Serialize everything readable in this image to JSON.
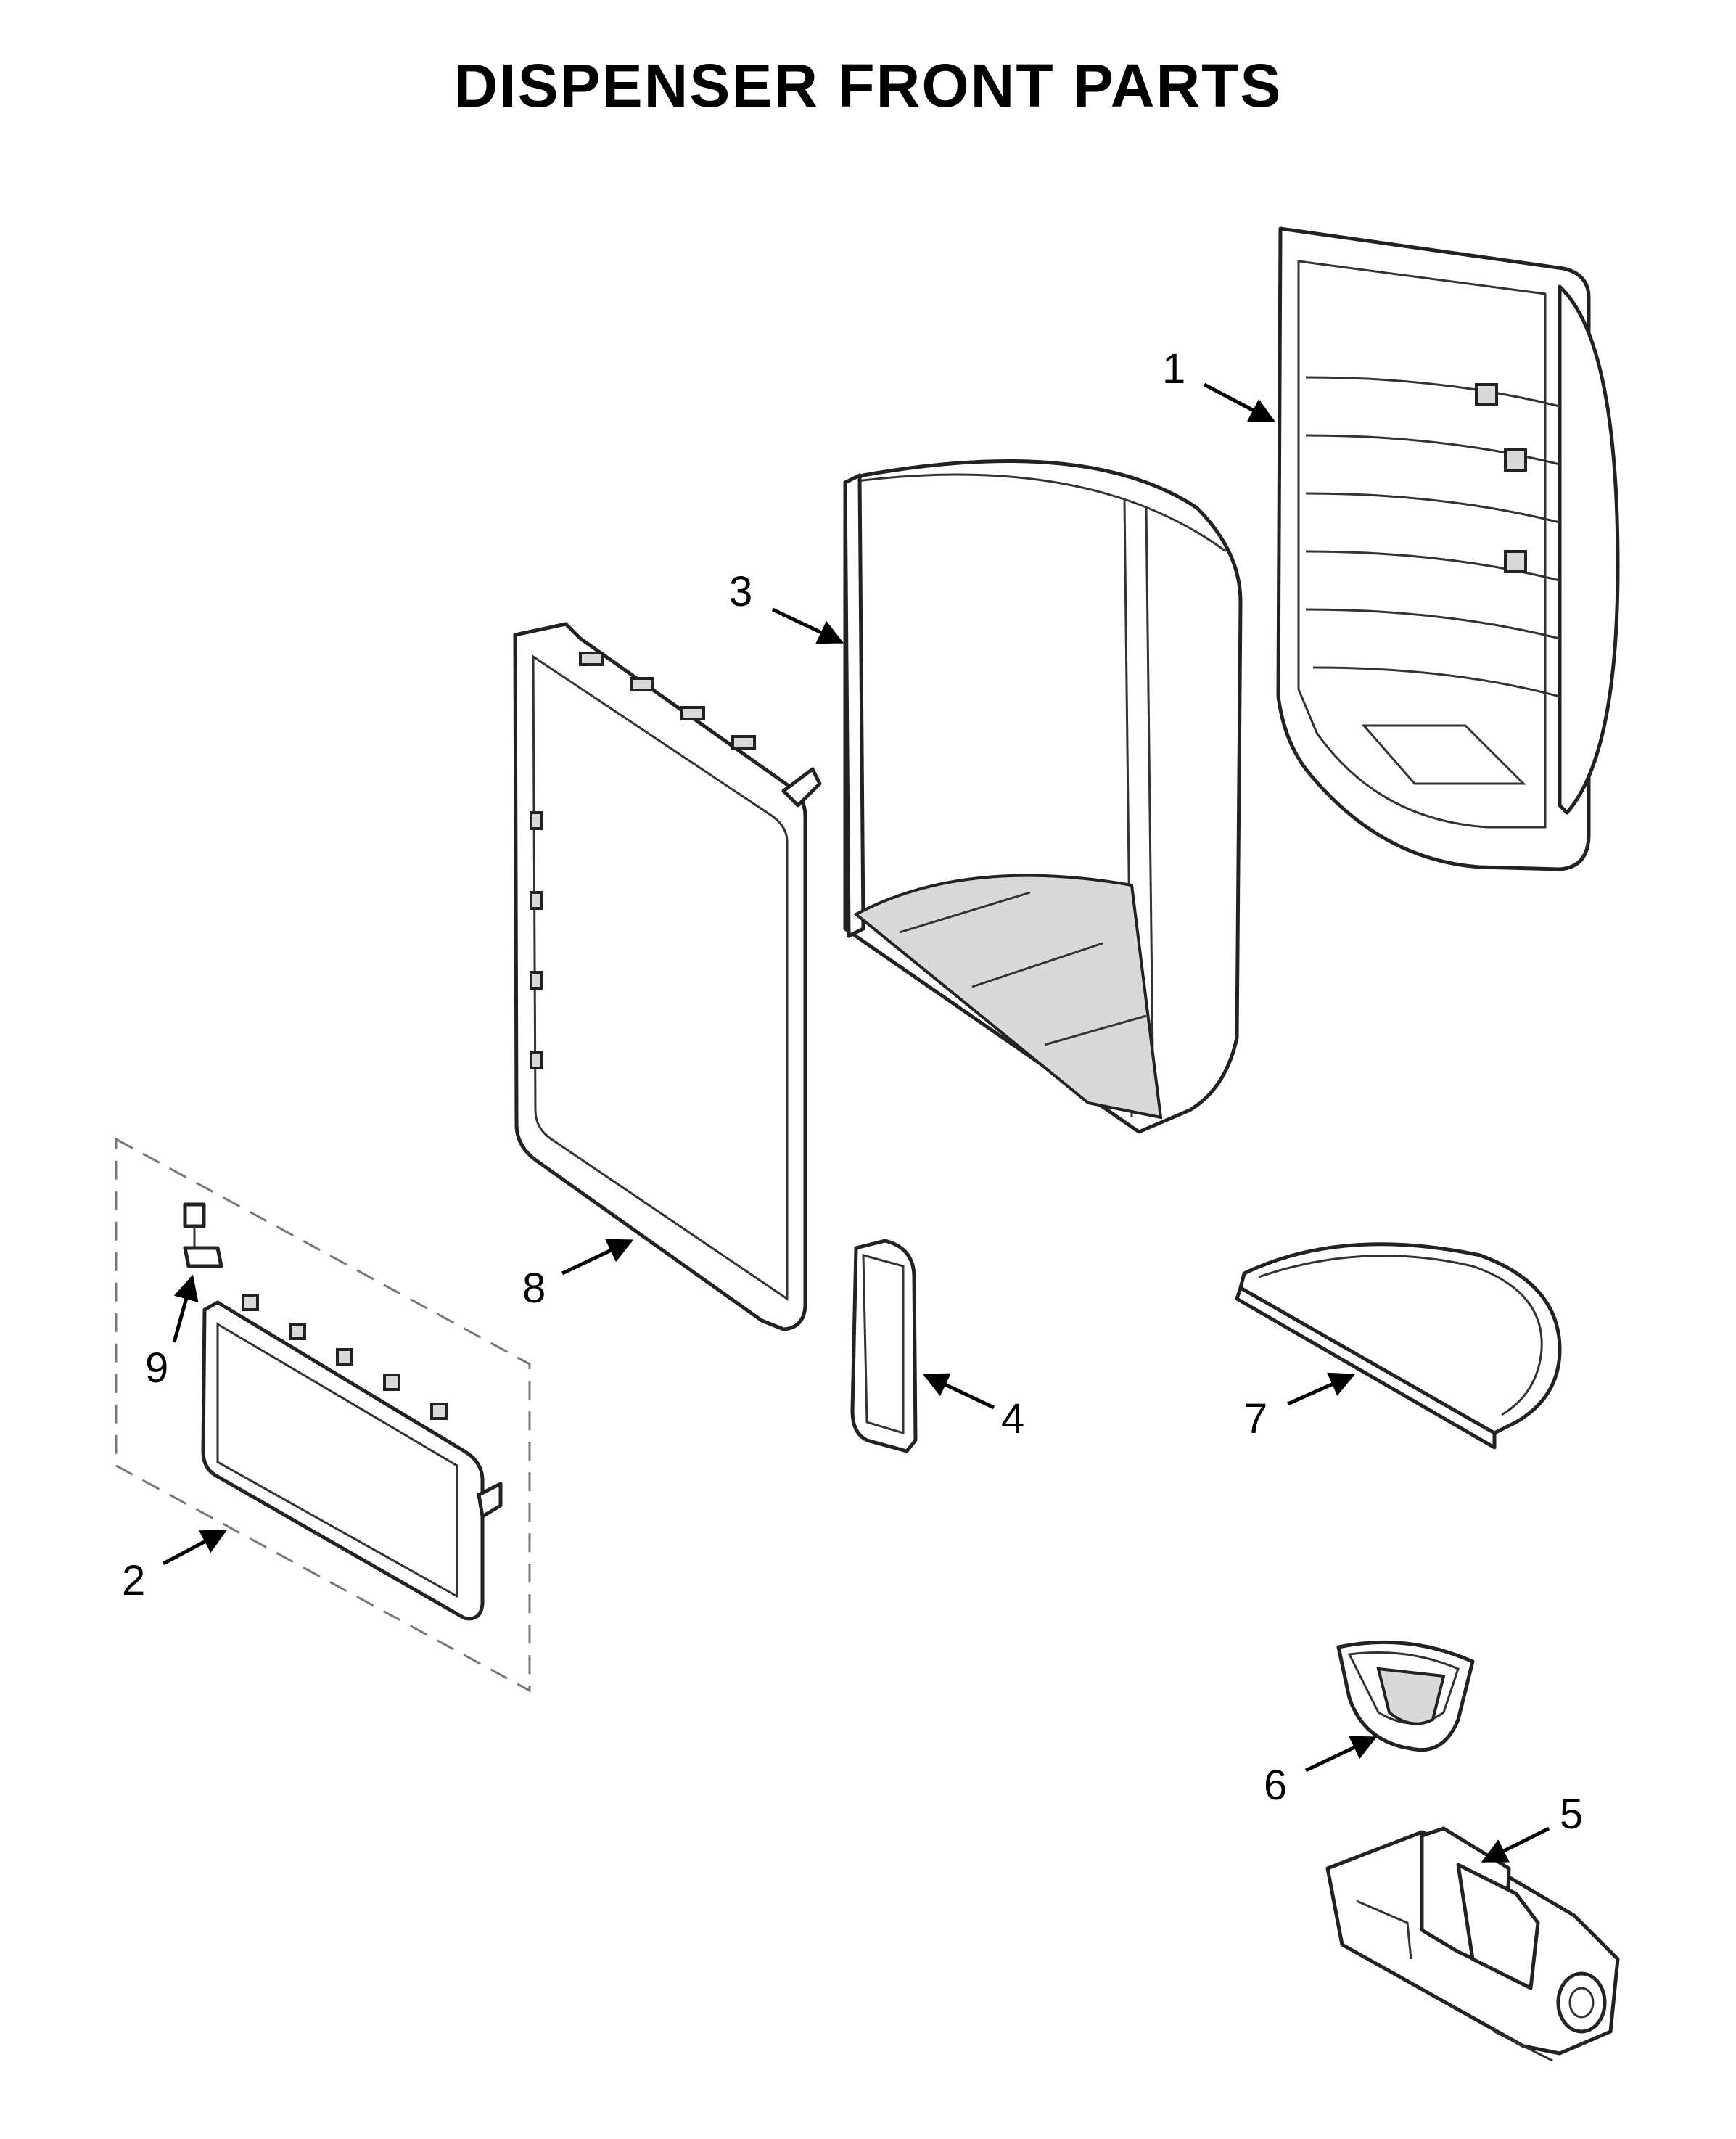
{
  "title": "DISPENSER FRONT PARTS",
  "callouts": [
    {
      "id": "1",
      "label": "1"
    },
    {
      "id": "2",
      "label": "2"
    },
    {
      "id": "3",
      "label": "3"
    },
    {
      "id": "4",
      "label": "4"
    },
    {
      "id": "5",
      "label": "5"
    },
    {
      "id": "6",
      "label": "6"
    },
    {
      "id": "7",
      "label": "7"
    },
    {
      "id": "8",
      "label": "8"
    },
    {
      "id": "9",
      "label": "9"
    }
  ]
}
